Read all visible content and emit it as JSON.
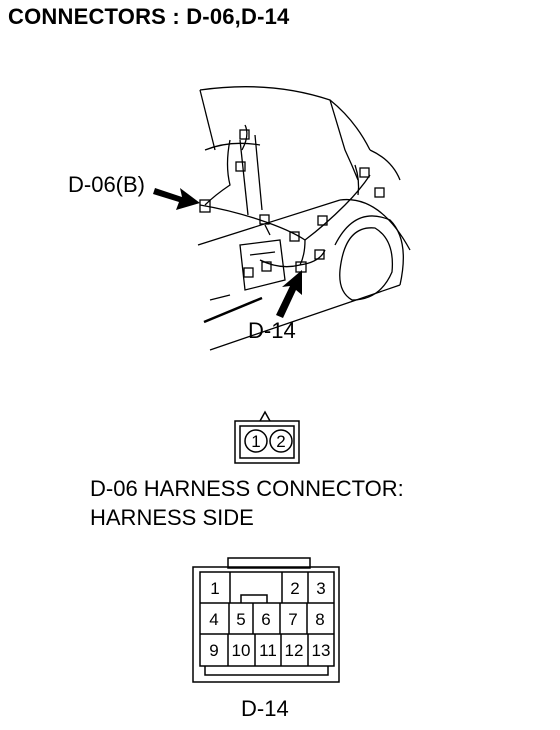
{
  "title": "CONNECTORS : D-06,D-14",
  "callouts": {
    "d06": "D-06(B)",
    "d14": "D-14"
  },
  "d06_connector": {
    "pins": [
      "1",
      "2"
    ],
    "caption_line1": "D-06 HARNESS CONNECTOR:",
    "caption_line2": "HARNESS SIDE"
  },
  "d14_connector": {
    "pins": [
      "1",
      "2",
      "3",
      "4",
      "5",
      "6",
      "7",
      "8",
      "9",
      "10",
      "11",
      "12",
      "13"
    ],
    "caption": "D-14"
  }
}
